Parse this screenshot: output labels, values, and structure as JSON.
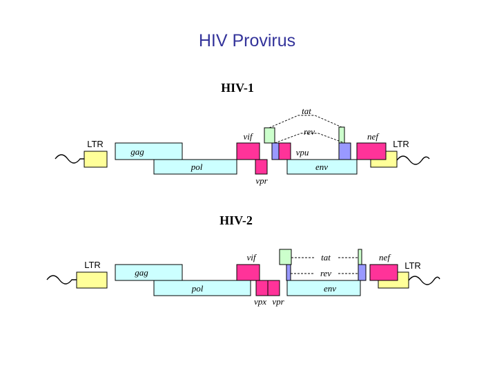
{
  "title": "HIV Provirus",
  "colors": {
    "ltr": "#ffff99",
    "core": "#ccffff",
    "accessory": "#ff3399",
    "tat": "#ccffcc",
    "rev": "#9999ff"
  },
  "hiv1": {
    "label": "HIV-1",
    "ltr_left": "LTR",
    "ltr_right": "LTR",
    "gag": "gag",
    "pol": "pol",
    "vif": "vif",
    "vpr": "vpr",
    "vpu": "vpu",
    "tat": "tat",
    "rev": "rev",
    "env": "env",
    "nef": "nef"
  },
  "hiv2": {
    "label": "HIV-2",
    "ltr_left": "LTR",
    "ltr_right": "LTR",
    "gag": "gag",
    "pol": "pol",
    "vif": "vif",
    "vpx": "vpx",
    "vpr": "vpr",
    "tat": "tat",
    "rev": "rev",
    "env": "env",
    "nef": "nef"
  }
}
